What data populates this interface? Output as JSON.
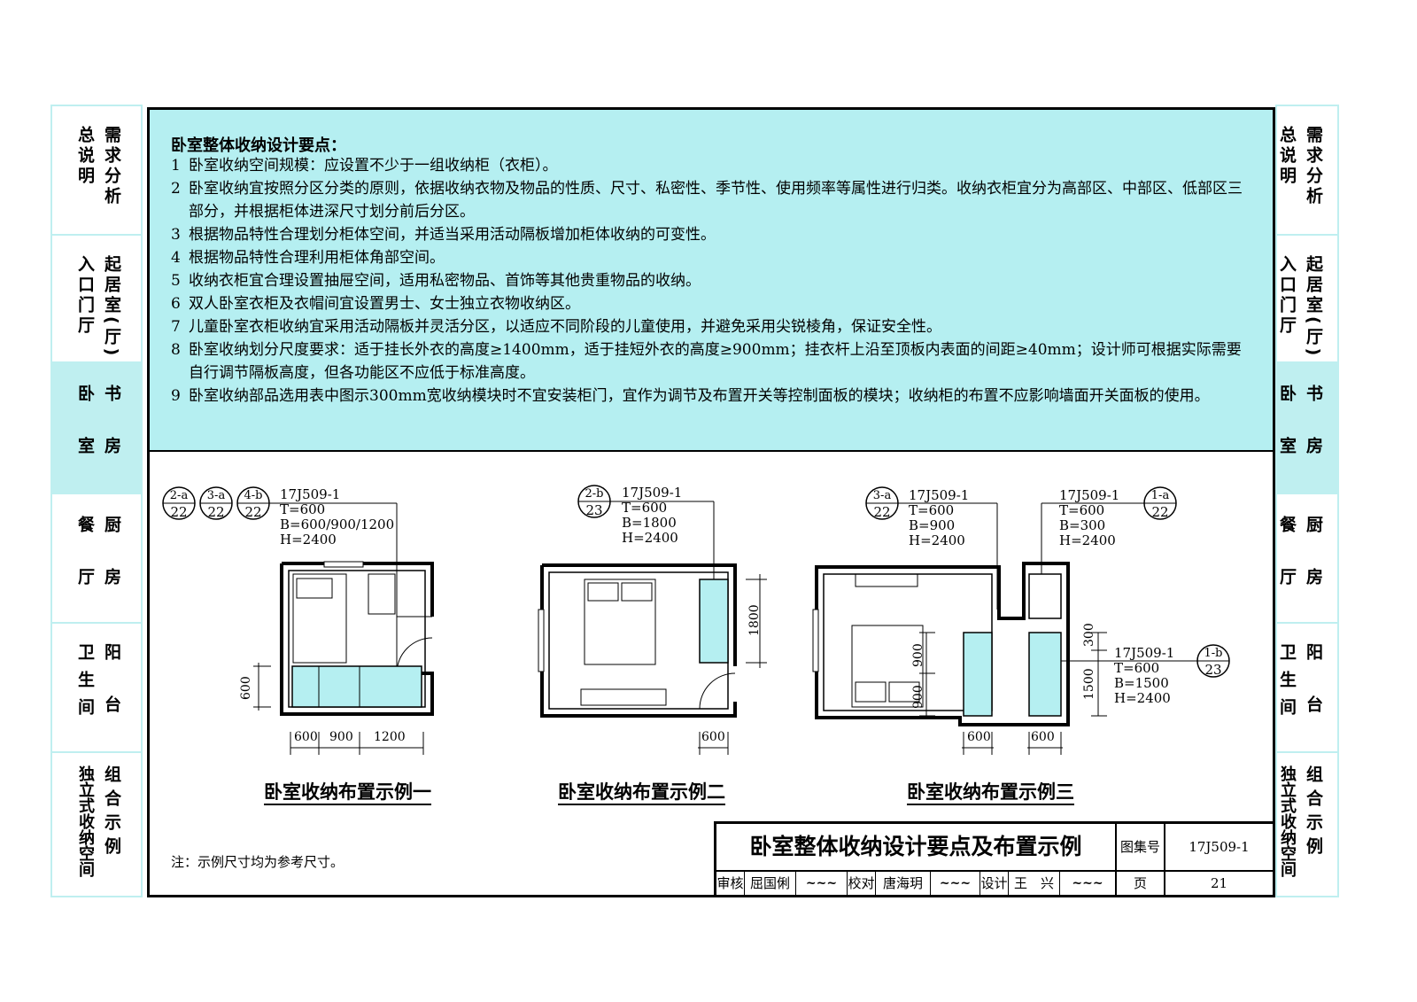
{
  "left_tabs": [
    {
      "id": "zongshuo",
      "label": "总说明",
      "label2": "需求分析",
      "active": false
    },
    {
      "id": "qiju",
      "label": "入口门厅",
      "label2": "起居室(厅)",
      "active": false
    },
    {
      "id": "woshi",
      "label": "卧室",
      "label2": "书房",
      "active": true
    },
    {
      "id": "canting",
      "label": "餐厅",
      "label2": "厨房",
      "active": false
    },
    {
      "id": "weisheng",
      "label": "卫生间",
      "label2": "阳台",
      "active": false
    },
    {
      "id": "duli",
      "label": "独立式收纳空间",
      "label2": "组合示例",
      "active": false
    }
  ],
  "notes": {
    "title": "卧室整体收纳设计要点：",
    "items": [
      {
        "num": "1",
        "text": "卧室收纳空间规模：应设置不少于一组收纳柜（衣柜）。"
      },
      {
        "num": "2",
        "text": "卧室收纳宜按照分区分类的原则，依据收纳衣物及物品的性质、尺寸、私密性、季节性、使用频率等属性进行归类。收纳衣柜宜分为高部区、中部区、低部区三部分，并根据柜体进深尺寸划分前后分区。"
      },
      {
        "num": "3",
        "text": "根据物品特性合理划分柜体空间，并适当采用活动隔板增加柜体收纳的可变性。"
      },
      {
        "num": "4",
        "text": "根据物品特性合理利用柜体角部空间。"
      },
      {
        "num": "5",
        "text": "收纳衣柜宜合理设置抽屉空间，适用私密物品、首饰等其他贵重物品的收纳。"
      },
      {
        "num": "6",
        "text": "双人卧室衣柜及衣帽间宜设置男士、女士独立衣物收纳区。"
      },
      {
        "num": "7",
        "text": "儿童卧室衣柜收纳宜采用活动隔板并灵活分区，以适应不同阶段的儿童使用，并避免采用尖锐棱角，保证安全性。"
      },
      {
        "num": "8",
        "text": "卧室收纳划分尺度要求：适于挂长外衣的高度≥1400mm，适于挂短外衣的高度≥900mm；挂衣杆上沿至顶板内表面的间距≥40mm；设计师可根据实际需要自行调节隔板高度，但各功能区不应低于标准高度。"
      },
      {
        "num": "9",
        "text": "卧室收纳部品选用表中图示300mm宽收纳模块时不宜安装柜门，宜作为调节及布置开关等控制面板的模块；收纳柜的布置不应影响墙面开关面板的使用。"
      }
    ]
  },
  "examples": [
    {
      "caption": "卧室收纳布置示例一",
      "refs": [
        {
          "top": "2-a",
          "bottom": "22"
        },
        {
          "top": "3-a",
          "bottom": "22"
        },
        {
          "top": "4-b",
          "bottom": "22"
        }
      ],
      "spec": [
        "17J509-1",
        "T=600",
        "B=600/900/1200",
        "H=2400"
      ],
      "dims": [
        "600",
        "900",
        "1200",
        "600"
      ]
    },
    {
      "caption": "卧室收纳布置示例二",
      "refs": [
        {
          "top": "2-b",
          "bottom": "23"
        }
      ],
      "spec": [
        "17J509-1",
        "T=600",
        "B=1800",
        "H=2400"
      ],
      "dims": [
        "1800",
        "600"
      ]
    },
    {
      "caption": "卧室收纳布置示例三",
      "refs": [
        {
          "top": "3-a",
          "bottom": "22"
        },
        {
          "top": "1-a",
          "bottom": "22"
        },
        {
          "top": "1-b",
          "bottom": "23"
        }
      ],
      "spec_a": [
        "17J509-1",
        "T=600",
        "B=900",
        "H=2400"
      ],
      "spec_b": [
        "17J509-1",
        "T=600",
        "B=300",
        "H=2400"
      ],
      "spec_c": [
        "17J509-1",
        "T=600",
        "B=1500",
        "H=2400"
      ],
      "dims": [
        "900",
        "900",
        "300",
        "1500",
        "600",
        "600"
      ]
    }
  ],
  "note": "注：示例尺寸均为参考尺寸。",
  "title_block": {
    "title": "卧室整体收纳设计要点及布置示例",
    "atlas_label": "图集号",
    "atlas_no": "17J509-1",
    "review_label": "审核",
    "reviewer": "屈国俐",
    "check_label": "校对",
    "checker": "唐海玥",
    "design_label": "设计",
    "designer": "王　兴",
    "page_label": "页",
    "page_no": "21"
  },
  "colors": {
    "accent": "#b5eff1",
    "tab_border": "#bfeff0",
    "cabinet": "#b5eff1"
  }
}
